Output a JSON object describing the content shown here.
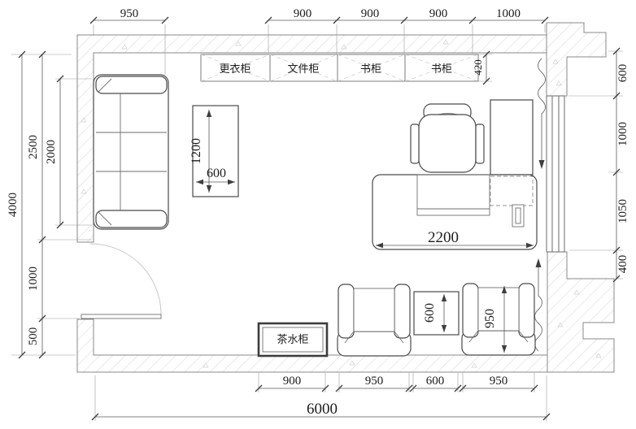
{
  "drawing": {
    "cabinets": [
      "更衣柜",
      "文件柜",
      "书柜",
      "书柜"
    ],
    "tea_cabinet": "茶水柜",
    "dims": {
      "top": [
        "950",
        "900",
        "900",
        "900",
        "1000"
      ],
      "bottom": [
        "900",
        "950",
        "600",
        "950"
      ],
      "bottom_overall": "6000",
      "left": [
        "4000",
        "2500",
        "2000",
        "1000",
        "500"
      ],
      "right": [
        "600",
        "1000",
        "1050",
        "400"
      ],
      "cabinet_depth": "420",
      "side_table_length": "1200",
      "side_table_width": "600",
      "desk_length": "2200",
      "coffee_table_width": "600",
      "armchair_depth": "950"
    },
    "colors": {
      "line": "#4a4a4a",
      "hatch": "#d6d6d6",
      "text": "#1c1c1c"
    }
  }
}
